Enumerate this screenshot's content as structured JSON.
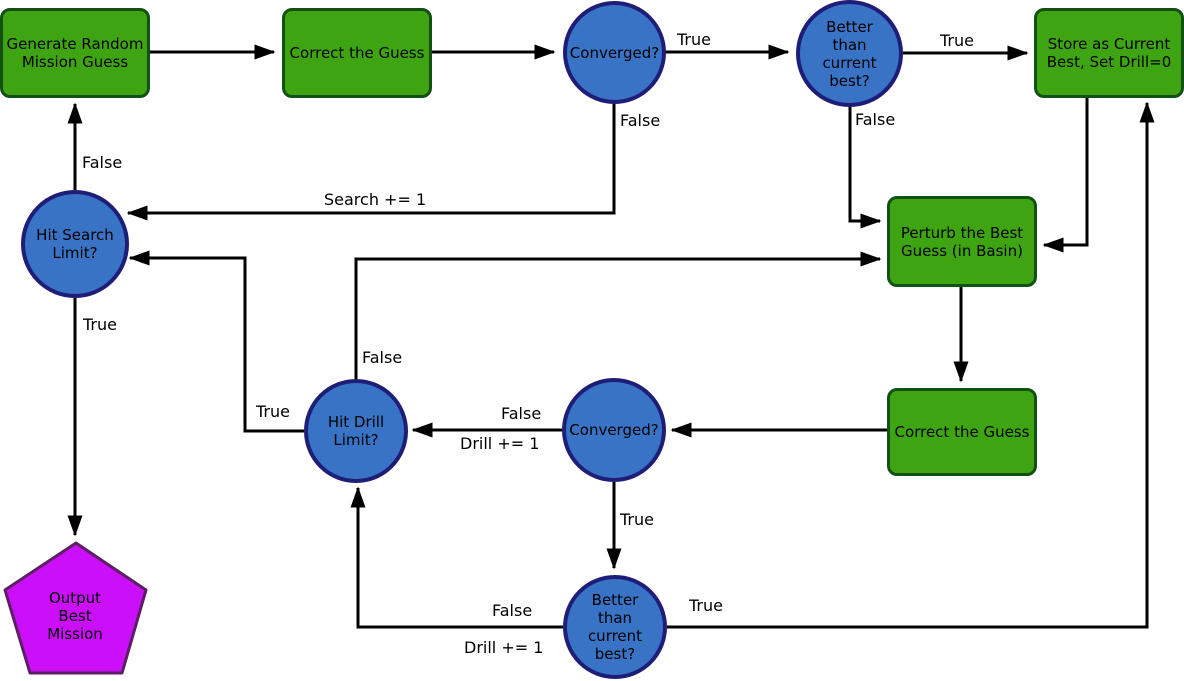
{
  "diagram": {
    "type": "flowchart"
  },
  "colors": {
    "process_fill": "#3EA412",
    "process_border": "#135013",
    "decision_fill": "#3973C6",
    "decision_border": "#1E1E78",
    "terminal_fill": "#CB0FFB",
    "terminal_border": "#5C1F63",
    "edge_color": "#000000"
  },
  "nodes": {
    "generate": {
      "label": "Generate Random\nMission Guess",
      "shape": "process"
    },
    "correct1": {
      "label": "Correct the Guess",
      "shape": "process"
    },
    "converged1": {
      "label": "Converged?",
      "shape": "decision"
    },
    "better1": {
      "label": "Better\nthan\ncurrent\nbest?",
      "shape": "decision"
    },
    "store": {
      "label": "Store as Current\nBest, Set Drill=0",
      "shape": "process"
    },
    "hit_search": {
      "label": "Hit Search\nLimit?",
      "shape": "decision"
    },
    "perturb": {
      "label": "Perturb the Best\nGuess (in Basin)",
      "shape": "process"
    },
    "correct2": {
      "label": "Correct the Guess",
      "shape": "process"
    },
    "hit_drill": {
      "label": "Hit Drill\nLimit?",
      "shape": "decision"
    },
    "converged2": {
      "label": "Converged?",
      "shape": "decision"
    },
    "better2": {
      "label": "Better\nthan\ncurrent\nbest?",
      "shape": "decision"
    },
    "output": {
      "label": "Output\nBest\nMission",
      "shape": "terminal"
    }
  },
  "edge_labels": {
    "conv1_true": "True",
    "better1_true": "True",
    "conv1_false": "False",
    "search_increment": "Search += 1",
    "better1_false": "False",
    "hitsearch_false": "False",
    "hitsearch_true": "True",
    "hitdrill_true": "True",
    "hitdrill_false": "False",
    "conv2_false": "False",
    "drill_increment1": "Drill += 1",
    "conv2_true": "True",
    "better2_false": "False",
    "drill_increment2": "Drill += 1",
    "better2_true": "True"
  }
}
